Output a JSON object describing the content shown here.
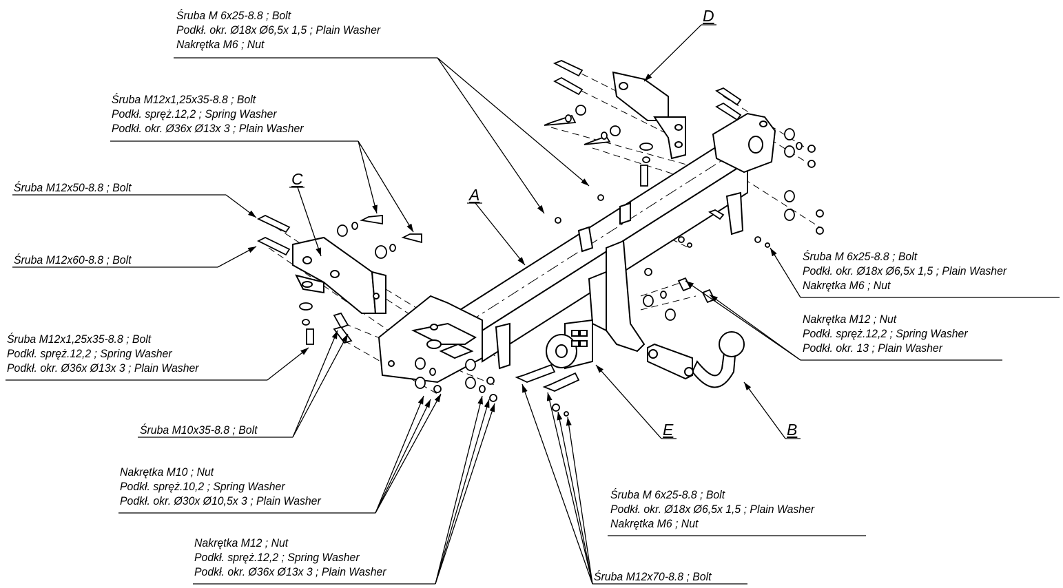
{
  "labels": {
    "bolt_m6_top": [
      "Śruba M 6x25-8.8 ;  Bolt",
      "Podkł. okr.  Ø18x Ø6,5x 1,5 ; Plain Washer",
      "Nakrętka  M6 ; Nut"
    ],
    "bolt_m12x125_top": [
      "Śruba M12x1,25x35-8.8 ;  Bolt",
      "Podkł. spręż.12,2 ; Spring Washer",
      "Podkł. okr.  Ø36x Ø13x 3 ; Plain Washer"
    ],
    "bolt_m12x50": [
      "Śruba M12x50-8.8 ;  Bolt"
    ],
    "bolt_m12x60": [
      "Śruba M12x60-8.8 ;  Bolt"
    ],
    "bolt_m12x125_left": [
      "Śruba M12x1,25x35-8.8 ;  Bolt",
      "Podkł. spręż.12,2 ; Spring Washer",
      "Podkł. okr.  Ø36x Ø13x 3 ; Plain Washer"
    ],
    "bolt_m10x35": [
      "Śruba M10x35-8.8 ;  Bolt"
    ],
    "nut_m10": [
      "Nakrętka  M10 ; Nut",
      "Podkł. spręż.10,2 ; Spring Washer",
      "Podkł. okr.  Ø30x Ø10,5x 3 ; Plain Washer"
    ],
    "nut_m12_bottom": [
      "Nakrętka  M12 ; Nut",
      "Podkł. spręż.12,2 ; Spring Washer",
      "Podkł. okr.  Ø36x Ø13x 3 ; Plain Washer"
    ],
    "bolt_m6_bottom": [
      "Śruba M 6x25-8.8 ;  Bolt",
      "Podkł. okr.  Ø18x Ø6,5x 1,5 ; Plain Washer",
      "Nakrętka  M6 ; Nut"
    ],
    "bolt_m12x70": [
      "Śruba M12x70-8.8 ;  Bolt"
    ],
    "bolt_m6_right": [
      "Śruba M 6x25-8.8 ;  Bolt",
      "Podkł. okr.  Ø18x Ø6,5x 1,5 ; Plain Washer",
      "Nakrętka  M6 ; Nut"
    ],
    "nut_m12_right": [
      "Nakrętka  M12 ; Nut",
      "Podkł. spręż.12,2 ; Spring Washer",
      "Podkł. okr. 13 ; Plain Washer"
    ]
  },
  "part_letters": {
    "A": "A",
    "B": "B",
    "C": "C",
    "D": "D",
    "E": "E"
  }
}
